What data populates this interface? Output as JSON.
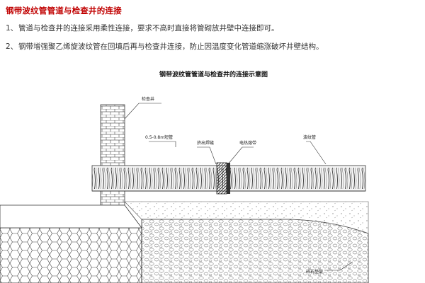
{
  "header": {
    "title": "钢带波纹管管道与检查井的连接"
  },
  "notes": [
    {
      "num": "1、",
      "text": "管道与检查井的连接采用柔性连接，要求不高时直接将管砌放井壁中连接即可。"
    },
    {
      "num": "2、",
      "text": "钢带增强聚乙烯旋波纹管在回填后再与检查井连接，防止因温度变化管道缩涨破坏井壁结构。"
    }
  ],
  "diagram": {
    "title": "钢带波纹管管道与检查井的连接示意图",
    "labels": {
      "manhole": "检查井",
      "short_pipe": "0.5-0.8m短管",
      "extrusion_weld": "挤出焊缝",
      "electrofusion_tape": "电热熔带",
      "corrugated_pipe": "波纹管",
      "gravel_cushion": "碎石垫层"
    }
  },
  "colors": {
    "title_red": "#c00000",
    "line": "#333333",
    "pipe_fill": "#f4f4f4",
    "soil_fill": "#f7f7f7"
  }
}
